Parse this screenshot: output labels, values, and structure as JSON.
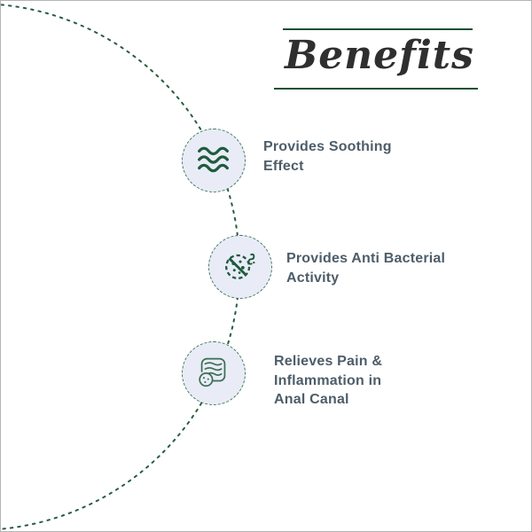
{
  "page": {
    "title": "Benefits"
  },
  "benefits": {
    "items": [
      {
        "label": "Provides Soothing Effect",
        "icon": "soothing-waves-icon"
      },
      {
        "label": "Provides Anti Bacterial Activity",
        "icon": "anti-bacterial-icon"
      },
      {
        "label": "Relieves Pain & Inflammation in Anal Canal",
        "icon": "intestine-icon"
      }
    ]
  },
  "colors": {
    "accent_green": "#1e5b3c",
    "rule_green": "#1f4f35",
    "label_text": "#4e5d69",
    "icon_circle_bg": "#e9ecf7",
    "icon_circle_border": "#3f7a58"
  }
}
